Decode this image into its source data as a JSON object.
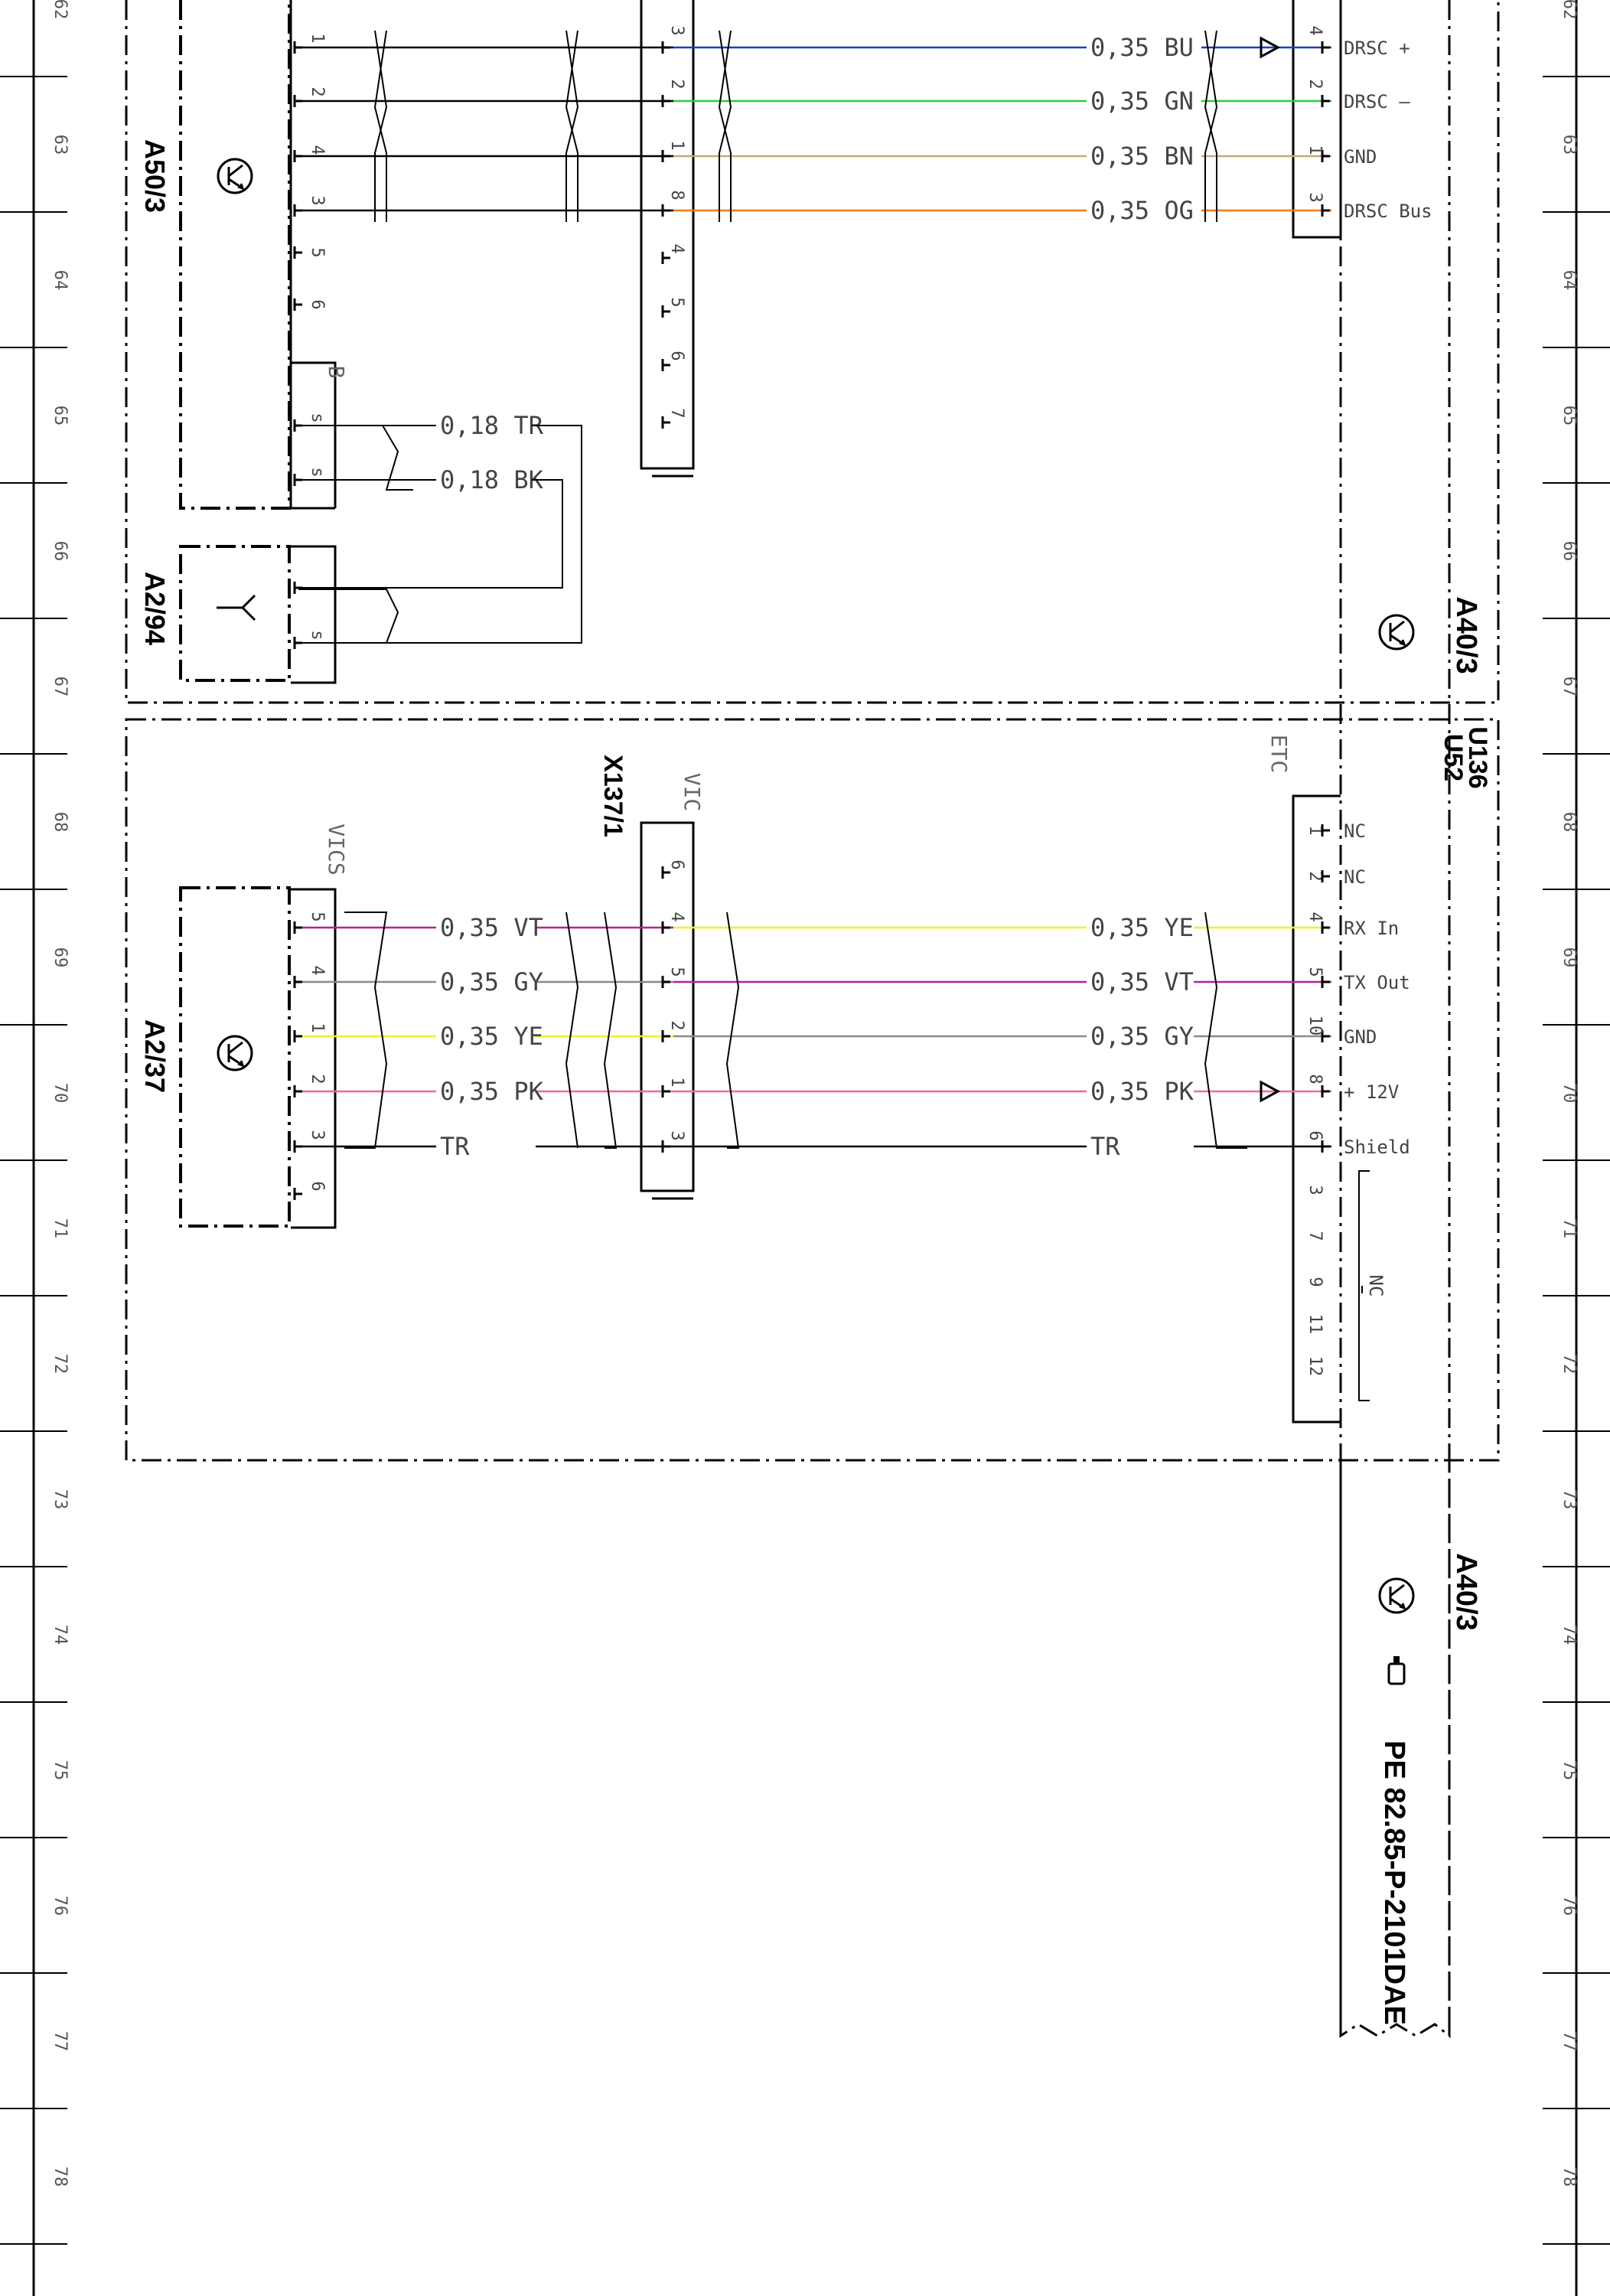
{
  "row_numbers": [
    "62",
    "63",
    "64",
    "65",
    "66",
    "67",
    "68",
    "69",
    "70",
    "71",
    "72",
    "73",
    "74",
    "75",
    "76",
    "77",
    "78"
  ],
  "modules": {
    "a50_3": "A50/3",
    "a2_94": "A2/94",
    "a2_37": "A2/37",
    "a40_3_top": "A40/3",
    "a40_3_bottom": "A40/3",
    "u136": "U136",
    "u52": "U52"
  },
  "connectors": {
    "x137_1": "X137/1",
    "vic": "VIC",
    "vics": "VICS",
    "etc": "ETC",
    "b": "B"
  },
  "top_group": {
    "left_pins": [
      "1",
      "2",
      "4",
      "3",
      "5",
      "6"
    ],
    "middle_pins": [
      "3",
      "2",
      "1",
      "8",
      "4",
      "5",
      "6",
      "7"
    ],
    "right_pins": [
      "4",
      "2",
      "1",
      "3"
    ],
    "wires": [
      {
        "size": "0,35",
        "color_code": "BU",
        "signal": "DRSC +",
        "hex": "#1f3fbf"
      },
      {
        "size": "0,35",
        "color_code": "GN",
        "signal": "DRSC –",
        "hex": "#2ecc40"
      },
      {
        "size": "0,35",
        "color_code": "BN",
        "signal": "GND",
        "hex": "#c8a77a"
      },
      {
        "size": "0,35",
        "color_code": "OG",
        "signal": "DRSC Bus",
        "hex": "#f07b1a"
      }
    ],
    "b_pins": [
      "s",
      "s"
    ],
    "b_wires": [
      {
        "size": "0,18",
        "color_code": "TR"
      },
      {
        "size": "0,18",
        "color_code": "BK"
      }
    ]
  },
  "bottom_group": {
    "left_pins": [
      "5",
      "4",
      "1",
      "2",
      "3",
      "6"
    ],
    "middle_pins": [
      "6",
      "4",
      "5",
      "2",
      "1",
      "3"
    ],
    "right_pins_top": [
      "1",
      "2"
    ],
    "right_pins": [
      "4",
      "5",
      "10",
      "8",
      "6"
    ],
    "right_pins_nc": [
      "3",
      "7",
      "9",
      "11",
      "12"
    ],
    "nc_top": [
      "NC",
      "NC"
    ],
    "nc_group": "NC",
    "wires": [
      {
        "size": "0,35",
        "color_code": "VT",
        "right_code": "YE",
        "signal": "RX In",
        "hex_left": "#b8209e",
        "hex_right": "#f2ef2a"
      },
      {
        "size": "0,35",
        "color_code": "GY",
        "right_code": "VT",
        "signal": "TX Out",
        "hex_left": "#8a8a8a",
        "hex_right": "#b8209e"
      },
      {
        "size": "0,35",
        "color_code": "YE",
        "right_code": "GY",
        "signal": "GND",
        "hex_left": "#f2ef2a",
        "hex_right": "#8a8a8a"
      },
      {
        "size": "0,35",
        "color_code": "PK",
        "right_code": "PK",
        "signal": "+ 12V",
        "hex_left": "#f06a9a",
        "hex_right": "#f06a9a"
      },
      {
        "size": "",
        "color_code": "TR",
        "right_code": "TR",
        "signal": "Shield",
        "hex_left": "#000000",
        "hex_right": "#000000"
      }
    ]
  },
  "reference": "PE 82.85-P-2101DAE"
}
